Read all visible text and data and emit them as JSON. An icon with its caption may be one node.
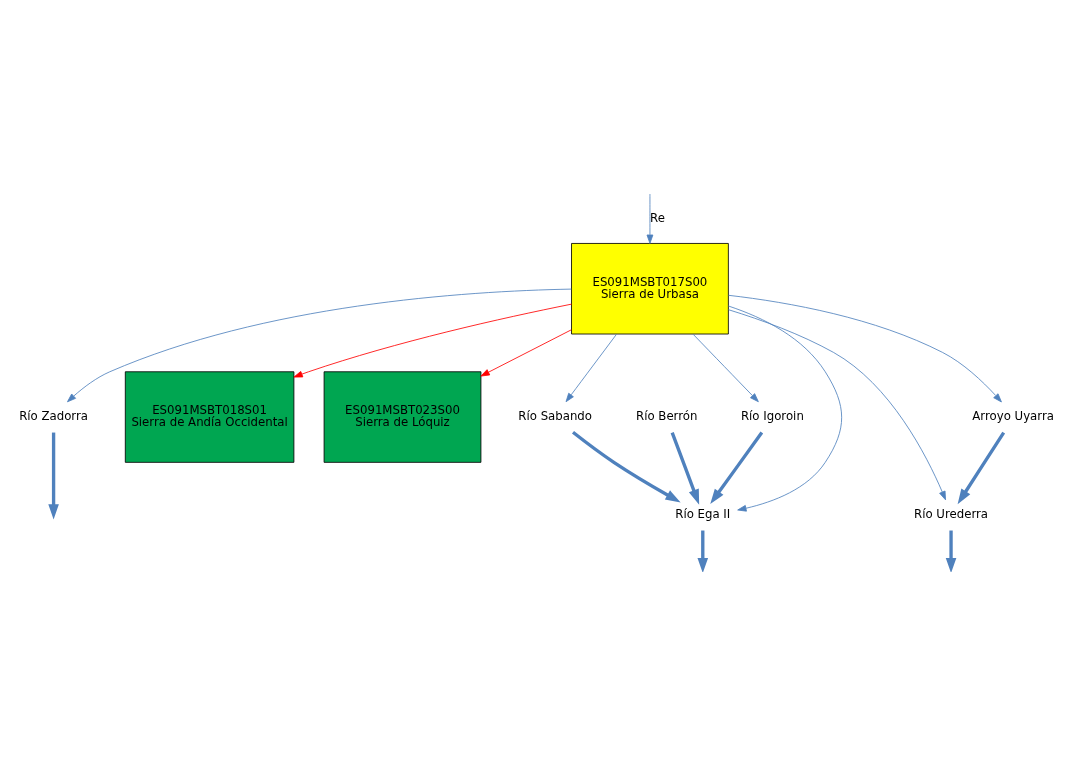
{
  "diagram": {
    "nodes": [
      {
        "text": [
          "ES091MSBT017S00",
          "Sierra de Urbasa"
        ]
      },
      {
        "text": [
          "ES091MSBT018S01",
          "Sierra de Andía Occidental"
        ]
      },
      {
        "text": [
          "ES091MSBT023S00",
          "Sierra de Lóquiz"
        ]
      },
      {
        "text": [
          "Río Zadorra"
        ]
      },
      {
        "text": [
          "Río Igoroin"
        ]
      },
      {
        "text": [
          "Río Berrón"
        ]
      },
      {
        "text": [
          "Río Ega II"
        ]
      },
      {
        "text": [
          "Río Sabando"
        ]
      },
      {
        "text": [
          "Arroyo Uyarra"
        ]
      },
      {
        "text": [
          "Río Urederra"
        ]
      }
    ],
    "edges": [
      {
        "from": null,
        "to": 0,
        "arrow": "to",
        "label": "Re"
      },
      {
        "from": 0,
        "to": 3,
        "arrow": "to"
      },
      {
        "from": 3,
        "to": null,
        "arrow": "to",
        "style": "thick"
      },
      {
        "from": 0,
        "to": 4,
        "arrow": "to"
      },
      {
        "from": 0,
        "to": 6,
        "arrow": "to"
      },
      {
        "from": 0,
        "to": 7,
        "arrow": "to"
      },
      {
        "from": 0,
        "to": 1,
        "arrow": "to",
        "color": "#ff0000"
      },
      {
        "from": 0,
        "to": 2,
        "arrow": "to",
        "color": "#ff0000"
      },
      {
        "from": 0,
        "to": 8,
        "arrow": "to"
      },
      {
        "from": 0,
        "to": 9,
        "arrow": "to"
      },
      {
        "from": 5,
        "to": 6,
        "arrow": "to",
        "style": "thick"
      },
      {
        "from": 4,
        "to": 6,
        "arrow": "to",
        "style": "thick"
      },
      {
        "from": 7,
        "to": 6,
        "arrow": "to",
        "style": "thick"
      },
      {
        "from": 6,
        "to": null,
        "arrow": "to",
        "style": "thick"
      },
      {
        "from": 8,
        "to": 9,
        "arrow": "to",
        "style": "thick"
      },
      {
        "from": 9,
        "to": null,
        "arrow": "to",
        "style": "thick"
      }
    ]
  }
}
